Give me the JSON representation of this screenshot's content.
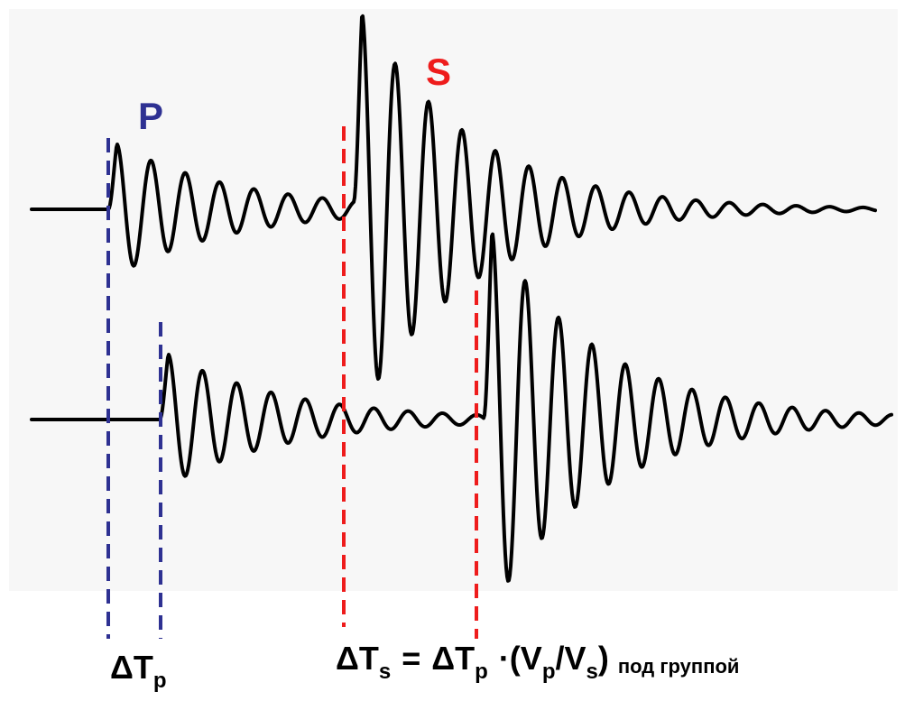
{
  "labels": {
    "p_wave": "P",
    "s_wave": "S",
    "delta": "Δ",
    "t": "T",
    "sub_p": "p",
    "sub_s": "s",
    "equals": "=",
    "dot_open": "·(V",
    "slash_v": "/V",
    "close_paren": ")",
    "group_note": "под группой"
  },
  "colors": {
    "p_marker": "#2e3192",
    "s_marker": "#ee1c1c",
    "trace": "#000000",
    "text": "#000000"
  }
}
